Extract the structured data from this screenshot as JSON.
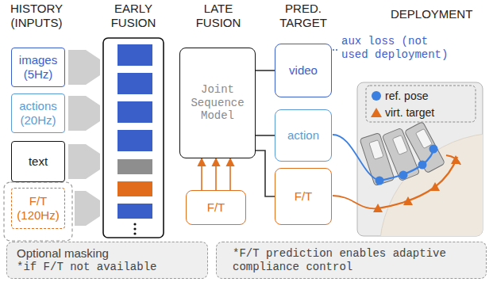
{
  "diagram": {
    "nodes": [
      {
        "text": [
          "images (5Hz)"
        ]
      },
      {
        "text": [
          "actions (20Hz)"
        ]
      },
      {
        "text": [
          "text"
        ]
      },
      {
        "text": [
          "F/T (120Hz)"
        ]
      },
      {
        "text": [
          "Joint Sequence Model"
        ]
      },
      {
        "text": [
          "F/T"
        ]
      },
      {
        "text": [
          "video"
        ]
      },
      {
        "text": [
          "action"
        ]
      },
      {
        "text": [
          "F/T"
        ]
      },
      {
        "text": [
          "Optional masking",
          "*if F/T not available"
        ]
      },
      {
        "text": [
          "*F/T prediction enables adaptive compliance control"
        ]
      }
    ],
    "edges": [
      {
        "from": 5,
        "to": 4,
        "arrow": "to"
      },
      {
        "from": 4,
        "to": 6,
        "arrow": "none"
      },
      {
        "from": 4,
        "to": 7,
        "arrow": "none"
      },
      {
        "from": 4,
        "to": 8,
        "arrow": "none"
      }
    ],
    "labels": [
      "HISTORY (INPUTS)",
      "EARLY FUSION",
      "LATE FUSION",
      "PRED. TARGET",
      "DEPLOYMENT",
      "aux loss (not used deployment)"
    ],
    "legend": [
      {
        "text": "ref. pose"
      },
      {
        "text": "virt. target"
      }
    ]
  }
}
